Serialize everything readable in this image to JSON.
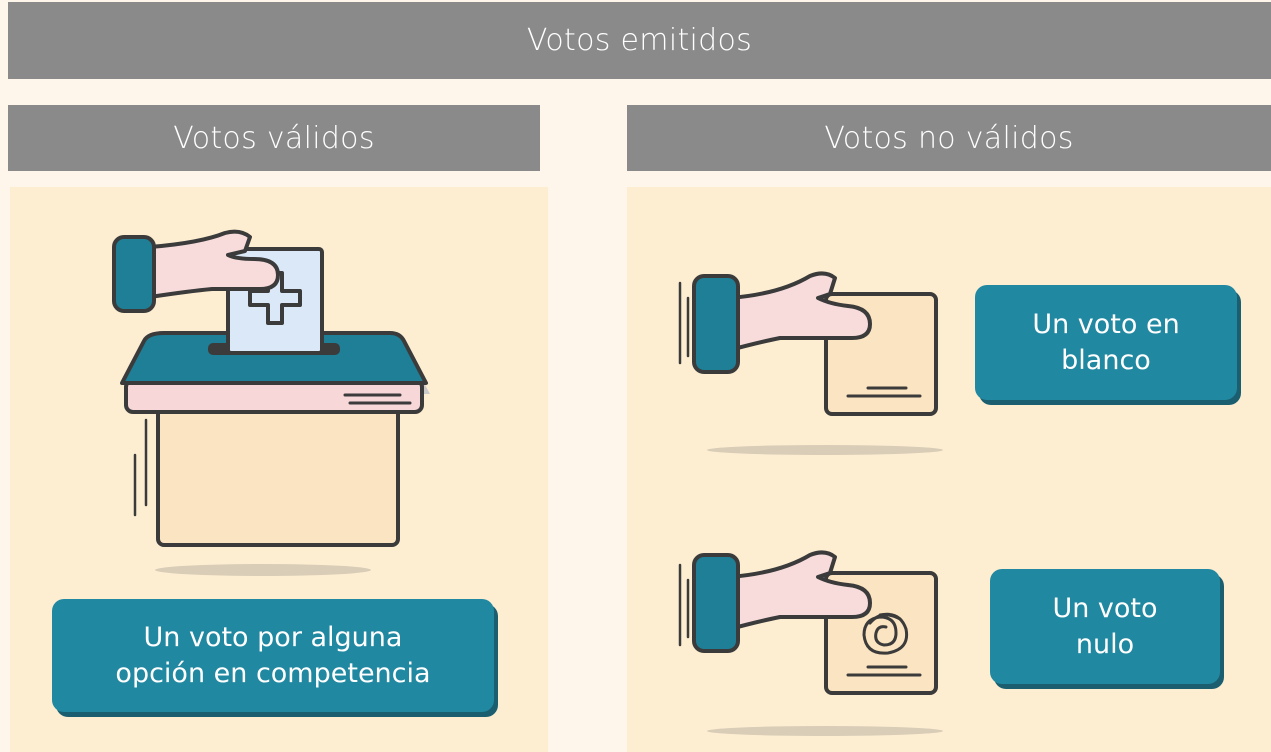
{
  "header": {
    "title": "Votos emitidos"
  },
  "left": {
    "title": "Votos válidos",
    "caption_line1": "Un voto por alguna",
    "caption_line2": "opción en competencia"
  },
  "right": {
    "title": "Votos no válidos",
    "items": [
      {
        "line1": "Un voto en",
        "line2": "blanco"
      },
      {
        "line1": "Un voto",
        "line2": "nulo"
      }
    ]
  },
  "colors": {
    "header_bar": "#8a8a8a",
    "panel": "#fdeed2",
    "label_box": "#2188a1",
    "outline": "#3b3b3b",
    "skin": "#f8dcdc",
    "ballot": "#dbe8f8",
    "box": "#fbe4c1"
  },
  "icons": [
    "hand-icon",
    "ballot-box-icon",
    "ballot-plus-icon",
    "blank-ballot-icon",
    "scribbled-ballot-icon"
  ]
}
